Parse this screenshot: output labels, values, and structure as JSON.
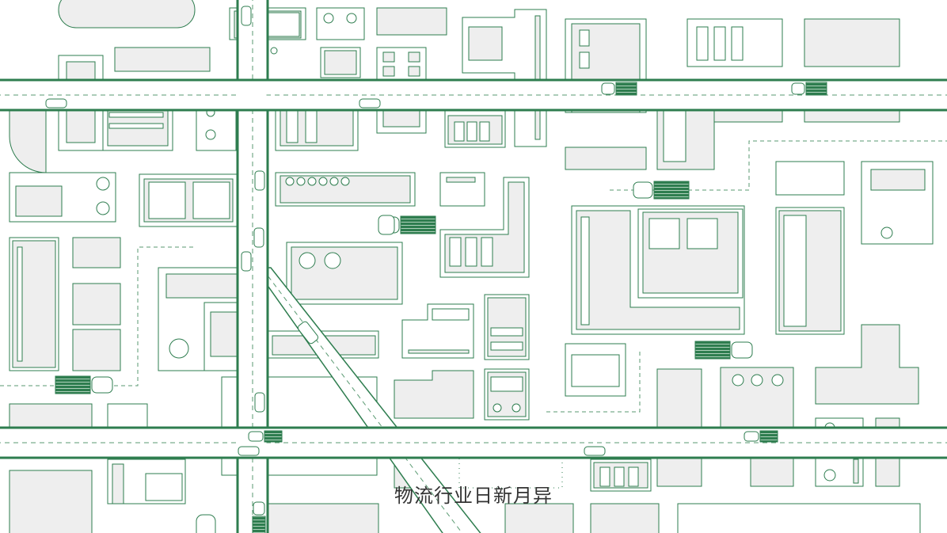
{
  "caption": "物流行业日新月异",
  "colors": {
    "background": "#ffffff",
    "building_fill": "#eeeeee",
    "building_stroke": "#2e7d4f",
    "road_fill": "#ffffff",
    "road_edge": "#2e7d4f",
    "lane_dash": "#5a9a72",
    "truck_cargo": "#2e7d4f",
    "caption_text": "#333333"
  },
  "vehicles": {
    "trucks_count": 9,
    "cars_count": 12
  }
}
